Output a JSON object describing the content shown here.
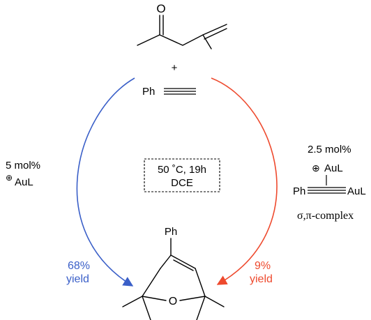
{
  "reactant1": {
    "carbonyl_atom": "O"
  },
  "plus": "+",
  "reactant2": {
    "phenyl": "Ph"
  },
  "conditions": {
    "line1": "50 ˚C, 19h",
    "line2": "DCE"
  },
  "left_catalyst": {
    "loading": "5 mol%",
    "charge": "⊕",
    "species": "AuL"
  },
  "right_catalyst": {
    "loading": "2.5 mol%",
    "charge": "⊕",
    "species_top": "AuL",
    "phenyl": "Ph",
    "species_right": "AuL",
    "description": "σ,π-complex"
  },
  "left_yield": {
    "value": "68%",
    "word": "yield",
    "color": "#3a5fc8"
  },
  "right_yield": {
    "value": "9%",
    "word": "yield",
    "color": "#ee4a2e"
  },
  "product": {
    "phenyl": "Ph",
    "bridge_atom": "O"
  }
}
